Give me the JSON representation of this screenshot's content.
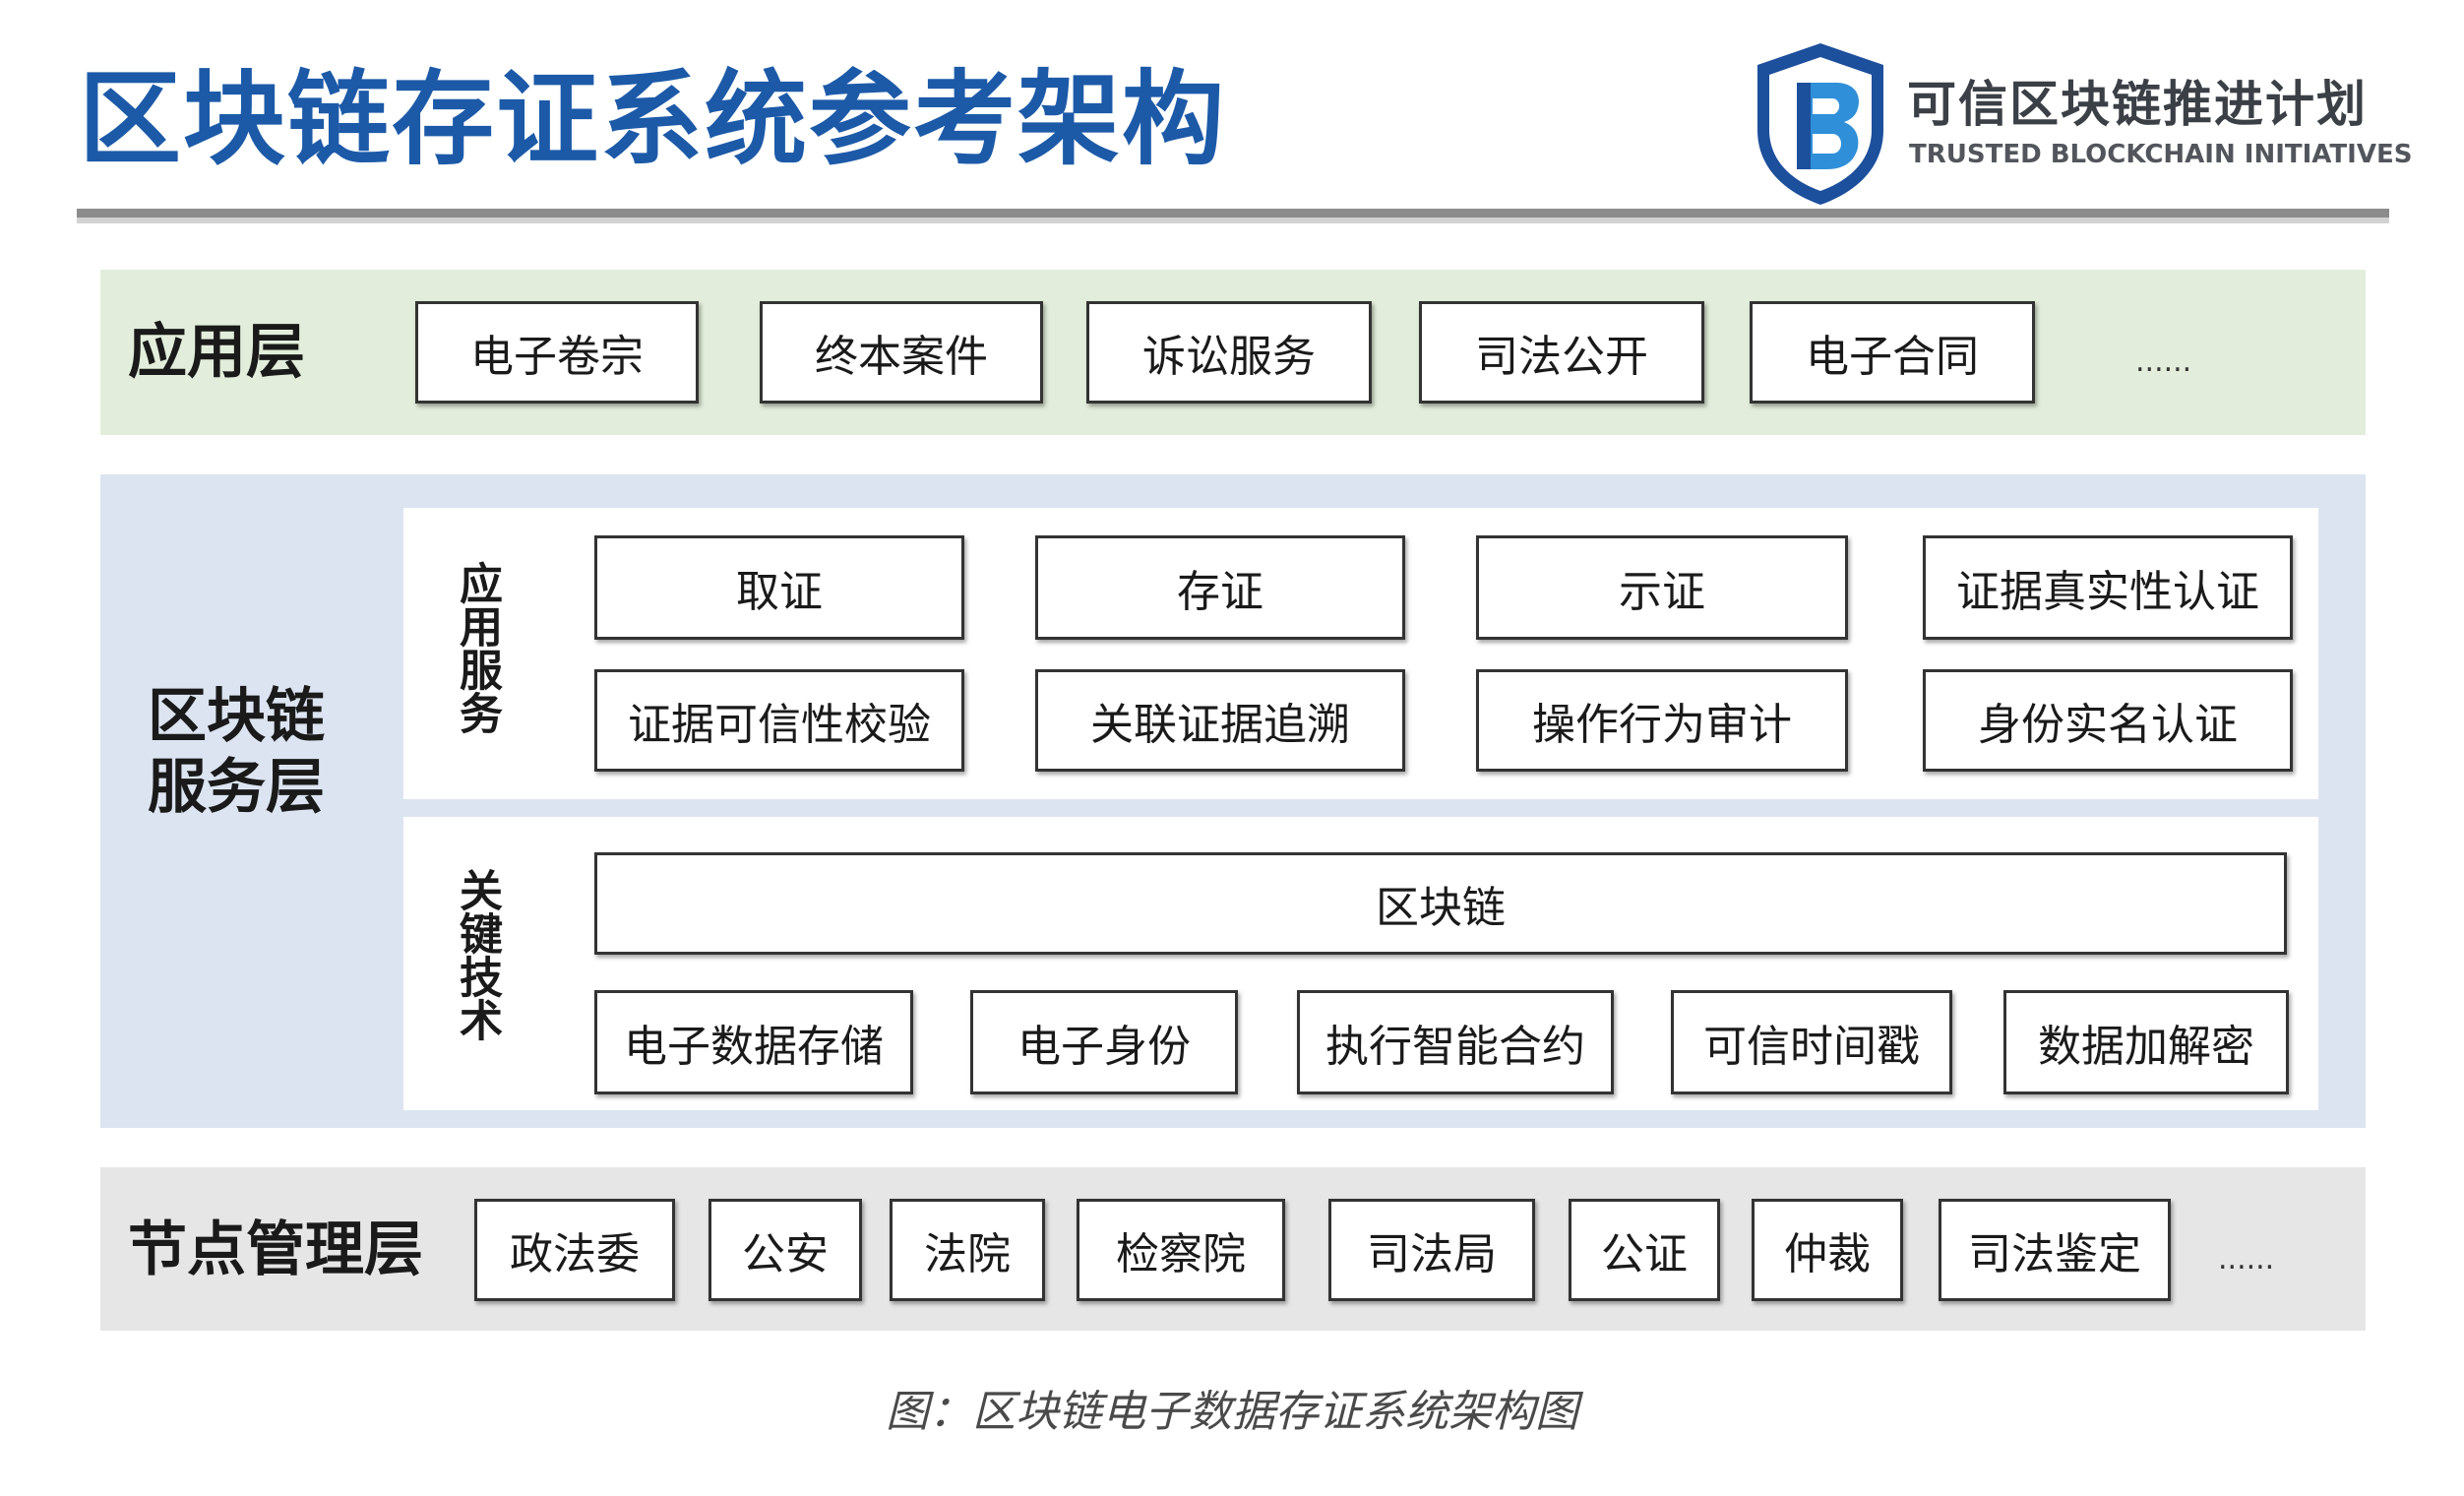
{
  "header": {
    "title": "区块链存证系统参考架构",
    "logo_cn": "可信区块链推进计划",
    "logo_en": "TRUSTED BLOCKCHAIN INITIATIVES",
    "logo_icon": "shield-b-icon"
  },
  "application_layer": {
    "label": "应用层",
    "items": [
      "电子卷宗",
      "终本案件",
      "诉讼服务",
      "司法公开",
      "电子合同"
    ],
    "more": "......"
  },
  "service_layer": {
    "label_line1": "区块链",
    "label_line2": "服务层",
    "app_services": {
      "label": "应用服务",
      "row1": [
        "取证",
        "存证",
        "示证",
        "证据真实性认证"
      ],
      "row2": [
        "证据可信性校验",
        "关联证据追溯",
        "操作行为审计",
        "身份实名认证"
      ]
    },
    "key_tech": {
      "label": "关键技术",
      "main": "区块链",
      "items": [
        "电子数据存储",
        "电子身份",
        "执行智能合约",
        "可信时间戳",
        "数据加解密"
      ]
    }
  },
  "node_layer": {
    "label": "节点管理层",
    "items": [
      "政法委",
      "公安",
      "法院",
      "检察院",
      "司法局",
      "公证",
      "仲裁",
      "司法鉴定"
    ],
    "more": "......"
  },
  "caption": "图：区块链电子数据存证系统架构图",
  "colors": {
    "title": "#1c5aa8",
    "app_band": "#e2eedb",
    "service_band": "#dce4f1",
    "node_band": "#e6e6e6",
    "shield_dark": "#1c4f9c",
    "shield_light": "#3aa0e0"
  }
}
